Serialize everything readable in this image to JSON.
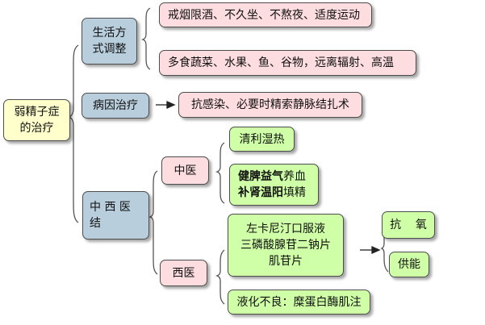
{
  "root": {
    "line1": "弱精子症",
    "line2": "的治疗"
  },
  "lifestyle": {
    "title_line1": "生活方",
    "title_line2": "式调整",
    "item1": "戒烟限酒、不久坐、不熬夜、适度运动",
    "item2": "多食蔬菜、水果、鱼、谷物，远离辐射、高温"
  },
  "etiology": {
    "title": "病因治疗",
    "item": "抗感染、必要时精索静脉结扎术"
  },
  "integrated": {
    "title_line1": "中 西 医",
    "title_line2": "结",
    "tcm": {
      "title": "中医",
      "item1": "清利湿热",
      "item2_bold1": "健脾益气",
      "item2_rest1": "养血",
      "item2_bold2": "补肾温阳",
      "item2_rest2": "填精"
    },
    "western": {
      "title": "西医",
      "drugs_line1": "左卡尼汀口服液",
      "drugs_line2": "三磷酸腺苷二钠片",
      "drugs_line3": "肌苷片",
      "effect1": "抗    氧",
      "effect2": "供能",
      "liquefaction": "液化不良：糜蛋白酶肌注"
    }
  },
  "colors": {
    "root": "#ffffcc",
    "category": "#b9cedc",
    "item": "#fddddf",
    "leaf": "#cfffa6"
  }
}
